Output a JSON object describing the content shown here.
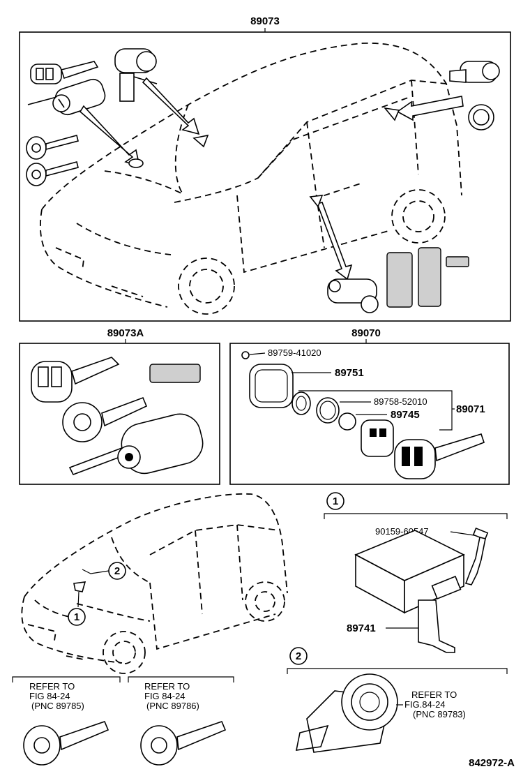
{
  "callouts": {
    "main_assembly": "89073",
    "key_set_a": "89073A",
    "transmitter_assembly": "89070",
    "screw": "89759-41020",
    "case_cover": "89751",
    "cover_seal": "89758-52010",
    "battery": "89745",
    "transmitter_sub": "89071",
    "bolt": "90159-60547",
    "receiver": "89741",
    "diagram_number": "842972-A"
  },
  "markers": {
    "one": "1",
    "two": "2"
  },
  "refer_left": {
    "line1": "REFER TO",
    "line2": "FIG 84-24",
    "line3": "(PNC 89785)"
  },
  "refer_mid": {
    "line1": "REFER TO",
    "line2": "FIG 84-24",
    "line3": "(PNC 89786)"
  },
  "refer_right": {
    "line1": "REFER TO",
    "line2": "FIG.84-24",
    "line3": "(PNC 89783)"
  }
}
